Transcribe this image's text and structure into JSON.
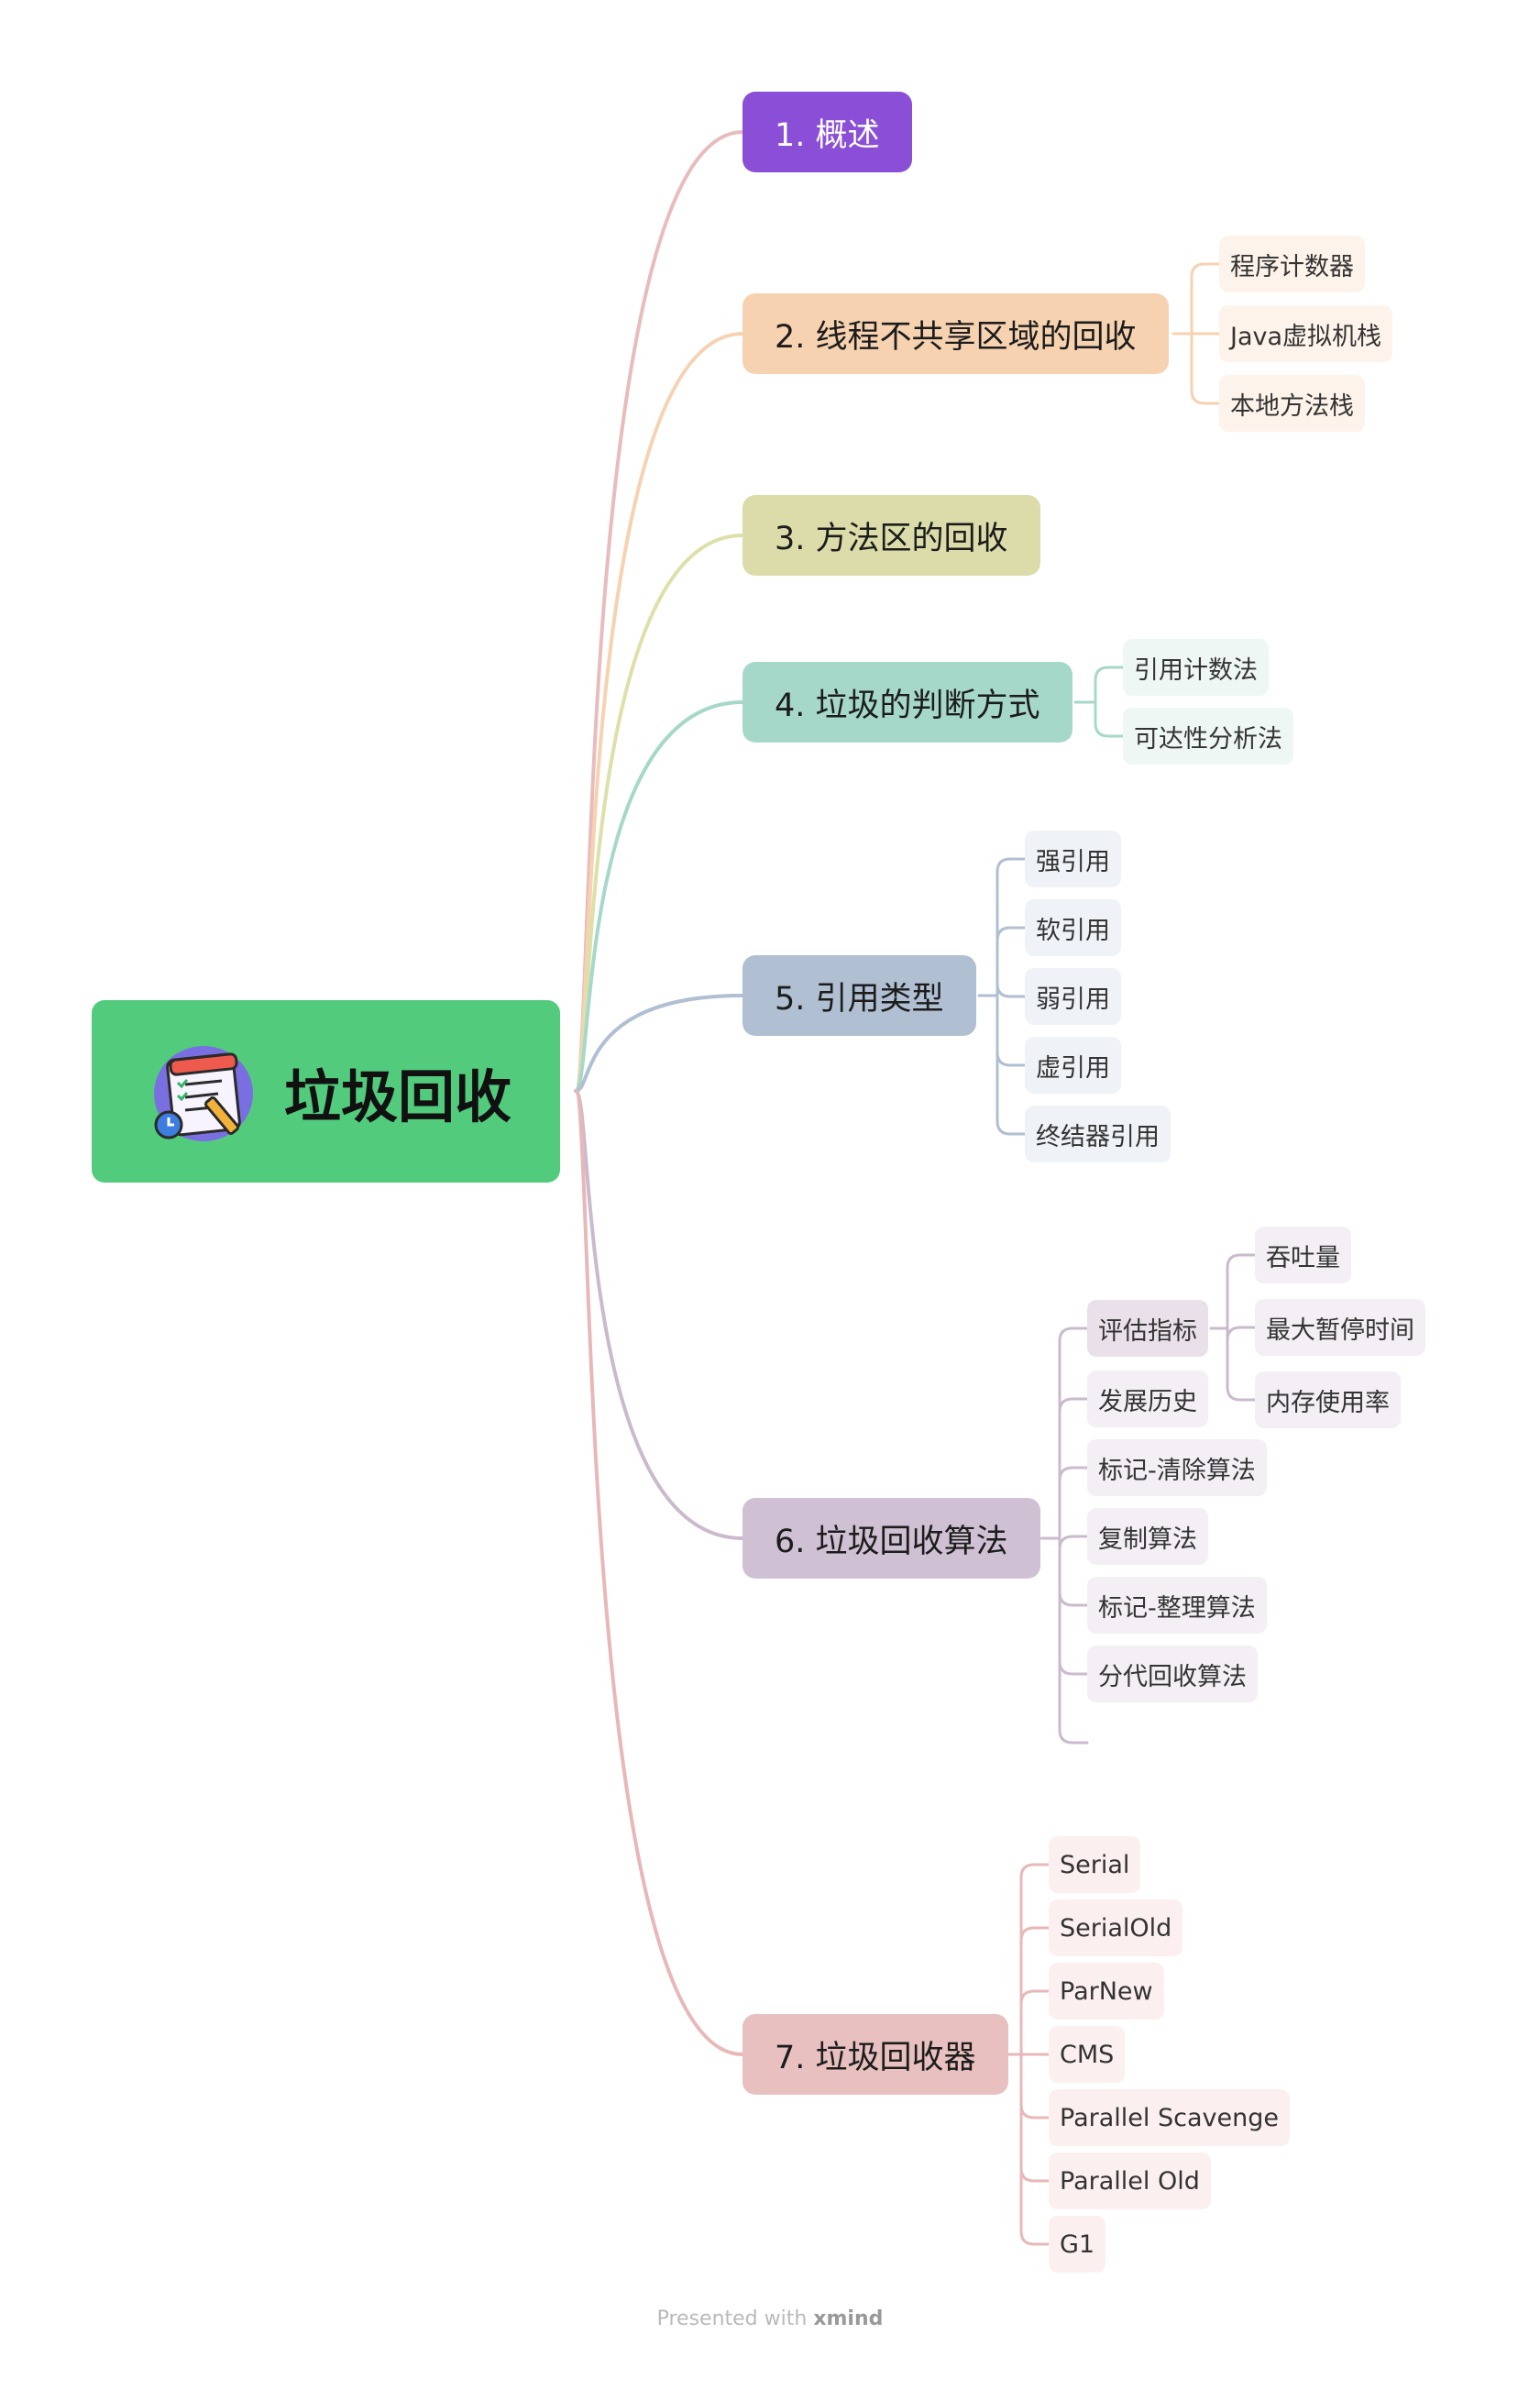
{
  "root": {
    "title": "垃圾回收",
    "icon": "checklist-notepad-icon",
    "color": "#52cb7d"
  },
  "branches": [
    {
      "label": "1. 概述",
      "color": "#8a4fd6",
      "text_color": "#ffffff",
      "line_color": "#e8bcbc",
      "children": []
    },
    {
      "label": "2. 线程不共享区域的回收",
      "color": "#f6d2b0",
      "text_color": "#1c1c1c",
      "line_color": "#f6d2b0",
      "leaf_bg": "#fdf3ea",
      "children": [
        "程序计数器",
        "Java虚拟机栈",
        "本地方法栈"
      ]
    },
    {
      "label": "3. 方法区的回收",
      "color": "#dbdca9",
      "text_color": "#1c1c1c",
      "line_color": "#dde0a8",
      "children": []
    },
    {
      "label": "4. 垃圾的判断方式",
      "color": "#a6d8ca",
      "text_color": "#1c1c1c",
      "line_color": "#a6d8ca",
      "leaf_bg": "#eef7f4",
      "children": [
        "引用计数法",
        "可达性分析法"
      ]
    },
    {
      "label": "5. 引用类型",
      "color": "#b0bfd1",
      "text_color": "#1c1c1c",
      "line_color": "#b0bfd1",
      "leaf_bg": "#eff2f6",
      "children": [
        "强引用",
        "软引用",
        "弱引用",
        "虚引用",
        "终结器引用"
      ]
    },
    {
      "label": "6. 垃圾回收算法",
      "color": "#cfc1d3",
      "text_color": "#1c1c1c",
      "line_color": "#cbbace",
      "leaf_bg": "#f3eff4",
      "children": [
        {
          "label": "评估指标",
          "highlight": true,
          "children": [
            "吞吐量",
            "最大暂停时间",
            "内存使用率"
          ]
        },
        "发展历史",
        "标记-清除算法",
        "复制算法",
        "标记-整理算法",
        "分代回收算法"
      ]
    },
    {
      "label": "7. 垃圾回收器",
      "color": "#e9c0c0",
      "text_color": "#1c1c1c",
      "line_color": "#e8b8b8",
      "leaf_bg": "#fcefef",
      "children": [
        "Serial",
        "SerialOld",
        "ParNew",
        "CMS",
        "Parallel Scavenge",
        "Parallel Old",
        "G1"
      ]
    }
  ],
  "footer": {
    "prefix": "Presented with",
    "brand": "xmind"
  }
}
